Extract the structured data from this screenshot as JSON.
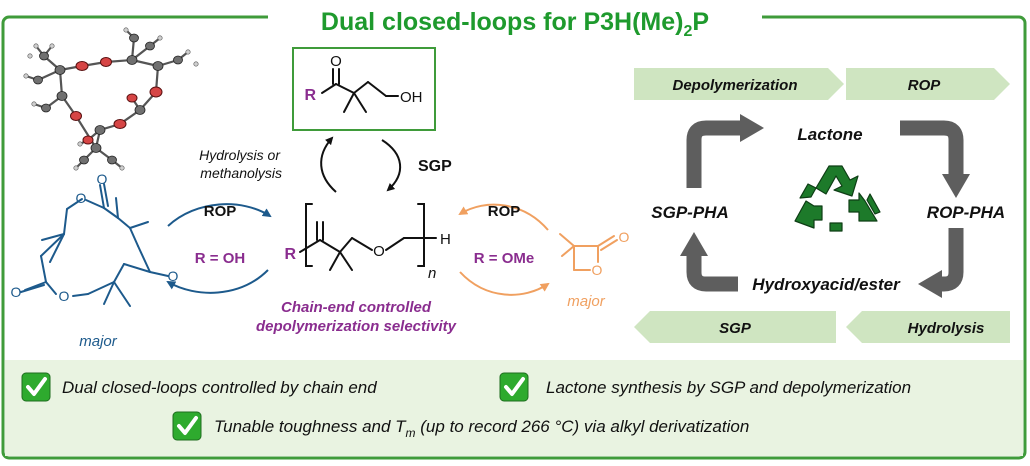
{
  "title": {
    "prefix": "Dual closed-loops for P3H(Me)",
    "sub": "2",
    "suffix": "P"
  },
  "colors": {
    "frame_green": "#3f9b3a",
    "title_green": "#1e9a2d",
    "purple": "#8a2d8f",
    "blue": "#1d5a8c",
    "orange": "#f0a060",
    "recycle_green": "#1d7a2a",
    "arrow_gray": "#5e5e5e",
    "banner_green": "#cfe5c1",
    "check_green": "#2eaa2e",
    "bottom_panel": "#e9f3e1"
  },
  "center": {
    "acid_R": "R",
    "acid_OH": "OH",
    "left_arrow_label_1": "Hydrolysis or",
    "left_arrow_label_2": "methanolysis",
    "right_arrow_label": "SGP",
    "polymer_R": "R",
    "polymer_O": "O",
    "polymer_H": "H",
    "polymer_n": "n",
    "caption_1": "Chain-end controlled",
    "caption_2": "depolymerization selectivity"
  },
  "left": {
    "rop_label": "ROP",
    "r_label": "R = OH",
    "major_label": "major",
    "ring_O": "O"
  },
  "right_side": {
    "rop_label": "ROP",
    "r_label": "R = OMe",
    "major_label": "major",
    "lactone_O": "O"
  },
  "cycle": {
    "banner_top_left": "Depolymerization",
    "banner_top_right": "ROP",
    "banner_bottom_left": "SGP",
    "banner_bottom_right": "Hydrolysis",
    "node_top": "Lactone",
    "node_right": "ROP-PHA",
    "node_bottom": "Hydroxyacid/ester",
    "node_left": "SGP-PHA"
  },
  "bottom": {
    "item1": "Dual closed-loops controlled by chain end",
    "item2": "Lactone synthesis by SGP and depolymerization",
    "item3_pre": "Tunable toughness and T",
    "item3_sub": "m",
    "item3_post": " (up to record 266 °C) via alkyl derivatization"
  }
}
